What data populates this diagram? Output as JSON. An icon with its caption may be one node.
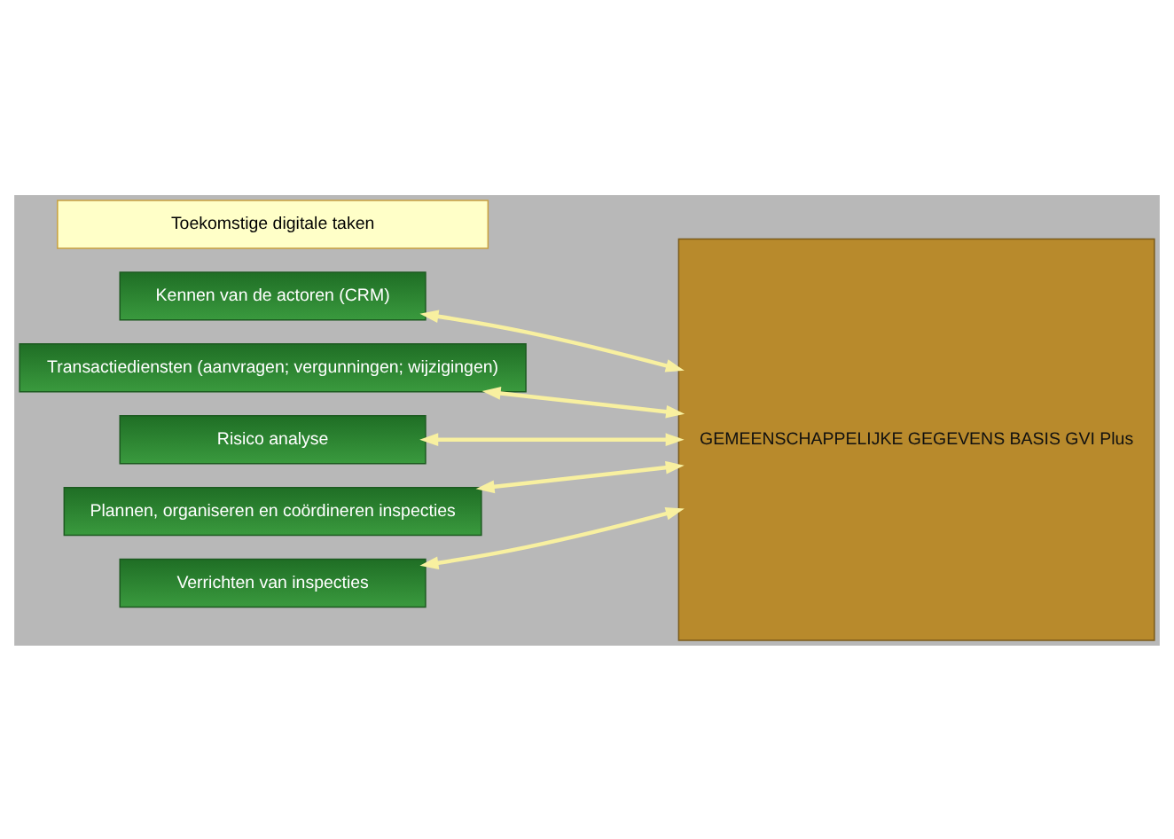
{
  "diagram": {
    "nodes": [
      {
        "text": [
          "Toekomstige digitale taken"
        ]
      },
      {
        "text": [
          "Kennen van de actoren (CRM)"
        ]
      },
      {
        "text": [
          "Transactiediensten (aanvragen; vergunningen; wijzigingen)"
        ]
      },
      {
        "text": [
          "Risico analyse"
        ]
      },
      {
        "text": [
          "Plannen, organiseren en coördineren inspecties"
        ]
      },
      {
        "text": [
          "Verrichten van inspecties"
        ]
      },
      {
        "text": [
          "GEMEENSCHAPPELIJKE GEGEVENS BASIS GVI Plus"
        ]
      }
    ],
    "edges": [
      {
        "from": 1,
        "to": 6,
        "arrow": "both"
      },
      {
        "from": 2,
        "to": 6,
        "arrow": "both"
      },
      {
        "from": 3,
        "to": 6,
        "arrow": "both"
      },
      {
        "from": 4,
        "to": 6,
        "arrow": "both"
      },
      {
        "from": 5,
        "to": 6,
        "arrow": "both"
      }
    ]
  }
}
